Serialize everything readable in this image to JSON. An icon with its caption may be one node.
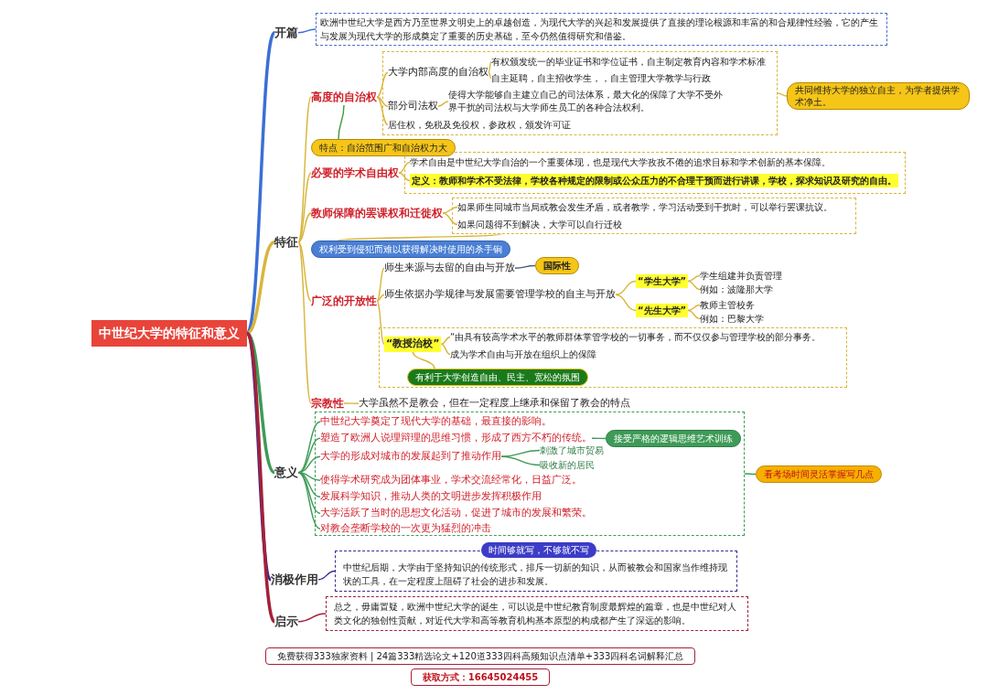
{
  "diagram": {
    "nodes": [
      {
        "text": [
          "中世纪大学的特征和意义"
        ]
      },
      {
        "text": [
          "开篇"
        ]
      },
      {
        "text": [
          "欧洲中世纪大学是西方乃至世界文明史上的卓越创造，为现代大学的兴起和发展提供了直接的理论根源和丰富的和合规律性经验，它的产生与发展为现代大学的形成奠定了重要的历史基础，至今仍然值得研究和借鉴。"
        ]
      },
      {
        "text": [
          "特征"
        ]
      },
      {
        "text": [
          "高度的自治权"
        ]
      },
      {
        "text": [],
        "shape": "box"
      },
      {
        "text": [
          "大学内部高度的自治权"
        ],
        "in": 5
      },
      {
        "text": [
          "有权颁发统一的毕业证书和学位证书，自主制定教育内容和学术标准"
        ],
        "in": 5
      },
      {
        "text": [
          "自主延聘，自主招收学生，，自主管理大学教学与行政"
        ],
        "in": 5
      },
      {
        "text": [
          "部分司法权"
        ],
        "in": 5
      },
      {
        "text": [
          "使得大学能够自主建立自己的司法体系，最大化的保障了大学不受外界干扰的司法权与大学师生员工的各种合法权利。"
        ],
        "in": 5
      },
      {
        "text": [
          "居住权，免税及免役权，参政权，颁发许可证"
        ],
        "in": 5
      },
      {
        "text": [
          "共同维持大学的独立自主，为学者提供学术净土。"
        ]
      },
      {
        "text": [
          "特点：自治范围广和自治权力大"
        ]
      },
      {
        "text": [
          "必要的学术自由权"
        ]
      },
      {
        "text": [],
        "shape": "box"
      },
      {
        "text": [
          "学术自由是中世纪大学自治的一个重要体现，也是现代大学孜孜不倦的追求目标和学术创新的基本保障。"
        ],
        "in": 15
      },
      {
        "text": [
          "定义：教师和学术不受法律，学校各种规定的限制或公众压力的不合理干预而进行讲课，学校，探求知识及研究的自由。"
        ],
        "in": 15
      },
      {
        "text": [
          "教师保障的罢课权和迁徙权"
        ]
      },
      {
        "text": [],
        "shape": "box"
      },
      {
        "text": [
          "如果师生同城市当局或教会发生矛盾，或者教学，学习活动受到干扰时，可以举行罢课抗议。"
        ],
        "in": 19
      },
      {
        "text": [
          "如果问题得不到解决，大学可以自行迁校"
        ],
        "in": 19
      },
      {
        "text": [
          "权利受到侵犯而难以获得解决时使用的杀手锏"
        ]
      },
      {
        "text": [
          "广泛的开放性"
        ]
      },
      {
        "text": [
          "师生来源与去留的自由与开放"
        ]
      },
      {
        "text": [
          "国际性"
        ]
      },
      {
        "text": [
          "师生依据办学规律与发展需要管理学校的自主与开放"
        ]
      },
      {
        "text": [
          "“学生大学”"
        ]
      },
      {
        "text": [
          "学生组建并负责管理"
        ]
      },
      {
        "text": [
          "例如：波隆那大学"
        ]
      },
      {
        "text": [
          "“先生大学”"
        ]
      },
      {
        "text": [
          "教师主管校务"
        ]
      },
      {
        "text": [
          "例如：巴黎大学"
        ]
      },
      {
        "text": [],
        "shape": "box"
      },
      {
        "text": [
          "“教授治校”"
        ],
        "in": 33
      },
      {
        "text": [
          "“由具有较高学术水平的教师群体掌管学校的一切事务，而不仅仅参与管理学校的部分事务。"
        ],
        "in": 33
      },
      {
        "text": [
          "成为学术自由与开放在组织上的保障"
        ],
        "in": 33
      },
      {
        "text": [
          "有利于大学创造自由、民主、宽松的氛围"
        ],
        "in": 33
      },
      {
        "text": [
          "宗教性"
        ]
      },
      {
        "text": [
          "大学虽然不是教会，但在一定程度上继承和保留了教会的特点"
        ]
      },
      {
        "text": [
          "意义"
        ]
      },
      {
        "text": [],
        "shape": "box"
      },
      {
        "text": [
          "中世纪大学奠定了现代大学的基础，最直接的影响。"
        ],
        "in": 41
      },
      {
        "text": [
          "塑造了欧洲人说理辩理的思维习惯，形成了西方不朽的传统。"
        ],
        "in": 41
      },
      {
        "text": [
          "大学的形成对城市的发展起到了推动作用"
        ],
        "in": 41
      },
      {
        "text": [
          "刺激了城市贸易"
        ],
        "in": 41
      },
      {
        "text": [
          "吸收新的居民"
        ],
        "in": 41
      },
      {
        "text": [
          "使得学术研究成为团体事业，学术交流经常化，日益广泛。"
        ],
        "in": 41
      },
      {
        "text": [
          "发展科学知识，推动人类的文明进步发挥积极作用"
        ],
        "in": 41
      },
      {
        "text": [
          "大学活跃了当时的思想文化活动，促进了城市的发展和繁荣。"
        ],
        "in": 41
      },
      {
        "text": [
          "对教会垄断学校的一次更为猛烈的冲击"
        ],
        "in": 41
      },
      {
        "text": [
          "接受严格的逻辑思维艺术训练"
        ],
        "in": 41
      },
      {
        "text": [
          "看考场时间灵活掌握写几点"
        ]
      },
      {
        "text": [
          "消极作用"
        ]
      },
      {
        "text": [
          "中世纪后期，大学由于坚持知识的传统形式，排斥一切新的知识，从而被教会和国家当作维持现状的工具，在一定程度上阻碍了社会的进步和发展。"
        ],
        "beside": [
          "时间够就写，不够就不写"
        ]
      },
      {
        "text": [
          "启示"
        ]
      },
      {
        "text": [
          "总之，毋庸置疑，欧洲中世纪大学的诞生，可以说是中世纪教育制度最辉煌的篇章，也是中世纪对人类文化的独创性贡献，对近代大学和高等教育机构基本原型的构成都产生了深远的影响。"
        ]
      }
    ],
    "edges": [
      {
        "from": 0,
        "to": 1,
        "arrow": "none",
        "style": "thick",
        "color": "#3b6fd6"
      },
      {
        "from": 1,
        "to": 2,
        "arrow": "none",
        "color": "#3b6fd6"
      },
      {
        "from": 0,
        "to": 3,
        "arrow": "none",
        "style": "thick"
      },
      {
        "from": 3,
        "to": 4,
        "arrow": "none"
      },
      {
        "from": 4,
        "to": 6,
        "arrow": "none"
      },
      {
        "from": 4,
        "to": 9,
        "arrow": "none"
      },
      {
        "from": 4,
        "to": 11,
        "arrow": "none"
      },
      {
        "from": 6,
        "to": 7,
        "arrow": "none"
      },
      {
        "from": 6,
        "to": 8,
        "arrow": "none"
      },
      {
        "from": 9,
        "to": 10,
        "arrow": "none"
      },
      {
        "from": 5,
        "to": 12,
        "arrow": "none"
      },
      {
        "from": 4,
        "to": 13,
        "arrow": "none",
        "color": "#3e9b3e"
      },
      {
        "from": 3,
        "to": 14,
        "arrow": "none"
      },
      {
        "from": 14,
        "to": 16,
        "arrow": "none"
      },
      {
        "from": 14,
        "to": 17,
        "arrow": "none"
      },
      {
        "from": 3,
        "to": 18,
        "arrow": "none"
      },
      {
        "from": 18,
        "to": 20,
        "arrow": "none"
      },
      {
        "from": 18,
        "to": 21,
        "arrow": "none"
      },
      {
        "from": 19,
        "to": 22,
        "arrow": "none"
      },
      {
        "from": 3,
        "to": 23,
        "arrow": "none"
      },
      {
        "from": 23,
        "to": 24,
        "arrow": "none"
      },
      {
        "from": 24,
        "to": 25,
        "arrow": "none",
        "color": "#4a5a7a"
      },
      {
        "from": 23,
        "to": 26,
        "arrow": "none"
      },
      {
        "from": 26,
        "to": 27,
        "arrow": "none"
      },
      {
        "from": 26,
        "to": 30,
        "arrow": "none"
      },
      {
        "from": 27,
        "to": 28,
        "arrow": "none"
      },
      {
        "from": 27,
        "to": 29,
        "arrow": "none"
      },
      {
        "from": 30,
        "to": 31,
        "arrow": "none"
      },
      {
        "from": 30,
        "to": 32,
        "arrow": "none"
      },
      {
        "from": 23,
        "to": 34,
        "arrow": "none"
      },
      {
        "from": 34,
        "to": 35,
        "arrow": "none"
      },
      {
        "from": 34,
        "to": 36,
        "arrow": "none"
      },
      {
        "from": 34,
        "to": 37,
        "arrow": "none"
      },
      {
        "from": 3,
        "to": 38,
        "arrow": "none"
      },
      {
        "from": 38,
        "to": 39,
        "arrow": "none"
      },
      {
        "from": 0,
        "to": 40,
        "arrow": "none",
        "style": "thick",
        "color": "#3e9b57"
      },
      {
        "from": 40,
        "to": 42,
        "arrow": "none",
        "color": "#3e9b57"
      },
      {
        "from": 40,
        "to": 43,
        "arrow": "none",
        "color": "#3e9b57"
      },
      {
        "from": 40,
        "to": 44,
        "arrow": "none",
        "color": "#3e9b57"
      },
      {
        "from": 44,
        "to": 45,
        "arrow": "none",
        "color": "#3e9b57"
      },
      {
        "from": 44,
        "to": 46,
        "arrow": "none",
        "color": "#3e9b57"
      },
      {
        "from": 40,
        "to": 47,
        "arrow": "none",
        "color": "#3e9b57"
      },
      {
        "from": 40,
        "to": 48,
        "arrow": "none",
        "color": "#3e9b57"
      },
      {
        "from": 40,
        "to": 49,
        "arrow": "none",
        "color": "#3e9b57"
      },
      {
        "from": 40,
        "to": 50,
        "arrow": "none",
        "color": "#3e9b57"
      },
      {
        "from": 43,
        "to": 51,
        "arrow": "none",
        "color": "#3e9b57"
      },
      {
        "from": 41,
        "to": 52,
        "arrow": "none",
        "color": "#3e9b57"
      },
      {
        "from": 0,
        "to": 53,
        "arrow": "none",
        "style": "thick",
        "color": "#3a2a8c"
      },
      {
        "from": 53,
        "to": 54,
        "arrow": "none",
        "color": "#3a2a8c"
      },
      {
        "from": 0,
        "to": 55,
        "arrow": "none",
        "style": "thick",
        "color": "#a3213a"
      },
      {
        "from": 55,
        "to": 56,
        "arrow": "none",
        "color": "#a3213a"
      }
    ],
    "labels": [
      "免费获得333独家资料 | 24篇333精选论文+120道333四科高频知识点清单+333四科名词解释汇总",
      "获取方式：16645024455"
    ]
  }
}
